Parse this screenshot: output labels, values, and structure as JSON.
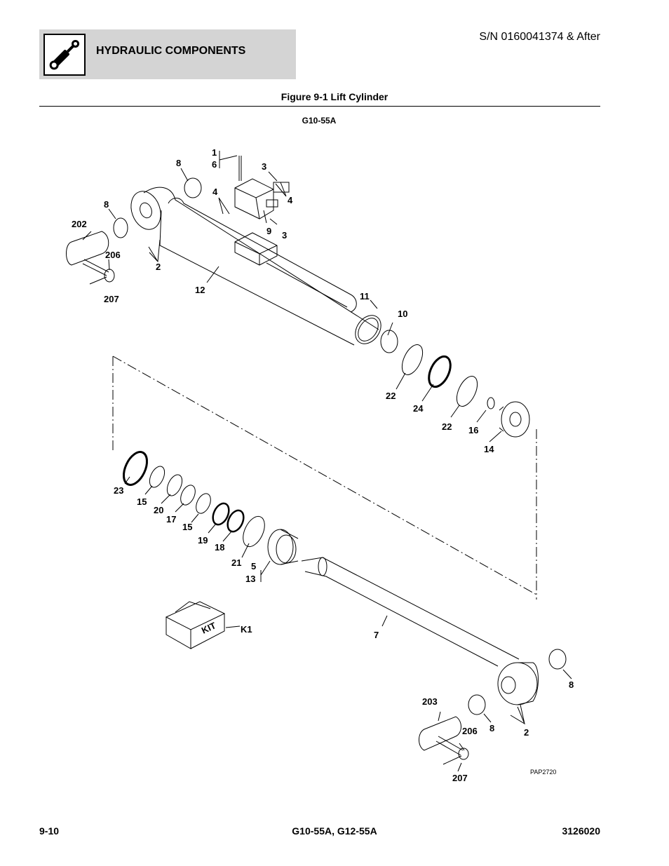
{
  "header": {
    "section_title": "HYDRAULIC COMPONENTS",
    "serial_range": "S/N 0160041374 & After",
    "icon": "hydraulic-cylinder-icon"
  },
  "figure": {
    "title": "Figure 9-1 Lift Cylinder",
    "model": "G10-55A",
    "reference_code": "PAP2720",
    "kit_box_text": "KIT",
    "callouts": {
      "c1": "1",
      "c6": "6",
      "c3a": "3",
      "c4a": "4",
      "c4b": "4",
      "c9": "9",
      "c3b": "3",
      "c8a": "8",
      "c8b": "8",
      "c202": "202",
      "c206a": "206",
      "c207a": "207",
      "c2a": "2",
      "c12": "12",
      "c11": "11",
      "c10": "10",
      "c22a": "22",
      "c24": "24",
      "c22b": "22",
      "c16": "16",
      "c14": "14",
      "c23": "23",
      "c15a": "15",
      "c20": "20",
      "c17": "17",
      "c15b": "15",
      "c19": "19",
      "c18": "18",
      "c21": "21",
      "c5": "5",
      "c13": "13",
      "cK1": "K1",
      "c7": "7",
      "c8c": "8",
      "c203": "203",
      "c8d": "8",
      "c2b": "2",
      "c206b": "206",
      "c207b": "207"
    }
  },
  "footer": {
    "page_number": "9-10",
    "models": "G10-55A, G12-55A",
    "doc_number": "3126020"
  }
}
